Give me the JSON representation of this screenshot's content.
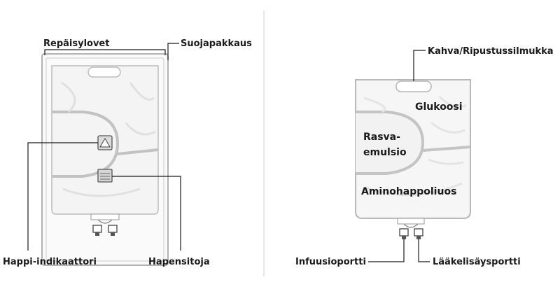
{
  "left_figure": {
    "labels": {
      "tear_notches": "Repäisylovet",
      "overpouch": "Suojapakkaus",
      "oxygen_indicator": "Happi-indikaattori",
      "oxygen_absorber": "Hapensitoja"
    }
  },
  "right_figure": {
    "labels": {
      "handle": "Kahva/Ripustussilmukka",
      "glucose": "Glukoosi",
      "lipid_line1": "Rasva-",
      "lipid_line2": "emulsio",
      "amino_acids": "Aminohappoliuos",
      "infusion_port": "Infuusioportti",
      "additive_port": "Lääkelisäysportti"
    }
  },
  "colors": {
    "line": "#1a1a1a",
    "bag_stroke": "#b8b8b8",
    "bag_fill": "#f6f6f6",
    "shade": "#e6e6e6"
  }
}
